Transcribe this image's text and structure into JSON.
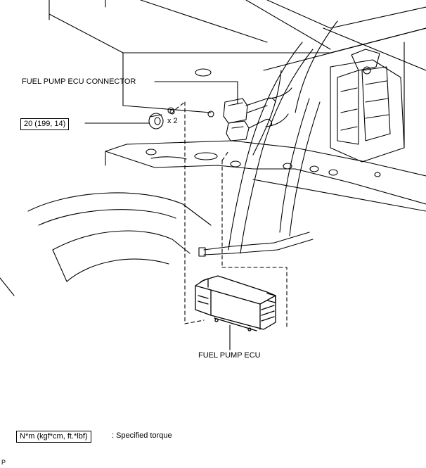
{
  "labels": {
    "connector": "FUEL PUMP ECU CONNECTOR",
    "ecu": "FUEL PUMP ECU",
    "torque_value": "20 (199, 14)",
    "quantity": "x 2"
  },
  "legend": {
    "unit_box": "N*m (kgf*cm, ft.*lbf)",
    "description": ": Specified torque"
  },
  "corner_mark": "P"
}
